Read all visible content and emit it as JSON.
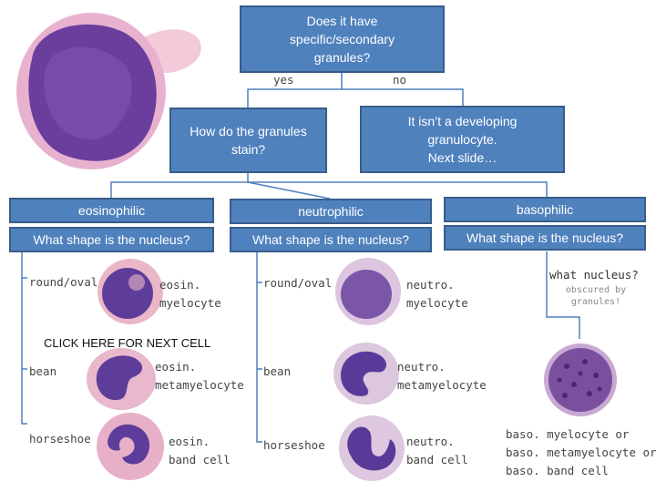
{
  "root_question": [
    "Does it have",
    "specific/secondary",
    "granules?"
  ],
  "yes_label": "yes",
  "no_label": "no",
  "stain_question": [
    "How do the granules",
    "stain?"
  ],
  "not_developing": [
    "It isn’t a developing",
    "granulocyte.",
    "Next slide…"
  ],
  "categories": [
    "eosinophilic",
    "neutrophilic",
    "basophilic"
  ],
  "nucleus_question": "What shape is the nucleus?",
  "next_cell_link": "CLICK HERE FOR NEXT CELL",
  "eosino": {
    "shape1": "round/oval",
    "name1": [
      "eosin.",
      "myelocyte"
    ],
    "shape2": "bean",
    "name2": [
      "eosin.",
      "metamyelocyte"
    ],
    "shape3": "horseshoe",
    "name3": [
      "eosin.",
      "band cell"
    ]
  },
  "neutro": {
    "shape1": "round/oval",
    "name1": [
      "neutro.",
      "myelocyte"
    ],
    "shape2": "bean",
    "name2": [
      "neutro.",
      "metamyelocyte"
    ],
    "shape3": "horseshoe",
    "name3": [
      "neutro.",
      "band cell"
    ]
  },
  "baso": {
    "header": "what nucleus?",
    "note": [
      "obscured by",
      "granules!"
    ],
    "names": [
      "baso. myelocyte or",
      "baso. metamyelocyte or",
      "baso. band cell"
    ]
  },
  "colors": {
    "box_fill": "#4f81bd",
    "box_border": "#385d8a",
    "line": "#4f81bd"
  }
}
